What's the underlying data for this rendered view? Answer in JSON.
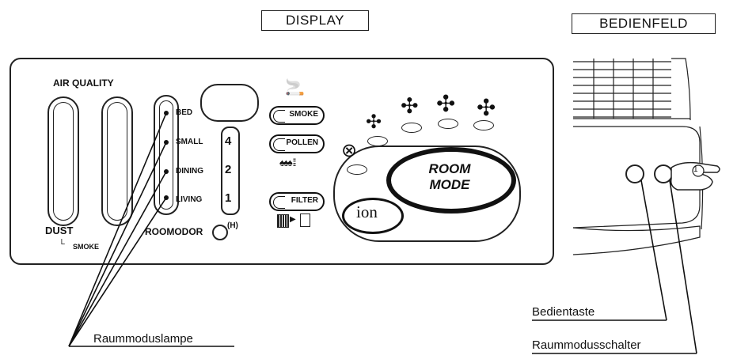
{
  "headers": {
    "display": "DISPLAY",
    "bedienfeld": "BEDIENFELD"
  },
  "display_panel": {
    "air_quality": "AIR QUALITY",
    "dust": "DUST",
    "smoke_sub": "SMOKE",
    "room_labels": [
      "BED",
      "SMALL",
      "DINING",
      "LIVING"
    ],
    "room_numbers": [
      "4",
      "2",
      "1"
    ],
    "roomodor": "ROOMODOR",
    "hour_mark": "(H)",
    "buttons": [
      "SMOKE",
      "POLLEN",
      "FILTER"
    ],
    "room_mode": [
      "ROOM",
      "MODE"
    ],
    "ion": "ion"
  },
  "control_panel": {
    "button_number": "1"
  },
  "callouts": {
    "room_lamp": "Raummoduslampe",
    "control_key": "Bedientaste",
    "room_switch": "Raummodusschalter"
  }
}
